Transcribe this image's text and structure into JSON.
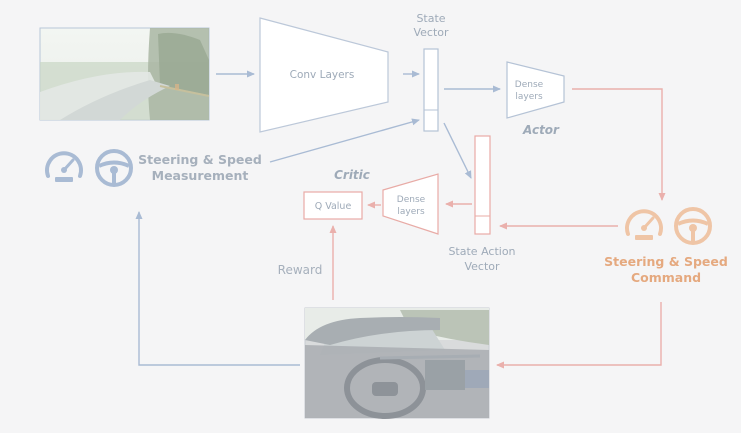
{
  "labels": {
    "state_vector_line1": "State",
    "state_vector_line2": "Vector",
    "conv_layers": "Conv Layers",
    "actor_dense_line1": "Dense",
    "actor_dense_line2": "layers",
    "actor": "Actor",
    "critic": "Critic",
    "critic_dense_line1": "Dense",
    "critic_dense_line2": "layers",
    "q_value": "Q Value",
    "measurement_line1": "Steering & Speed",
    "measurement_line2": "Measurement",
    "state_action_line1": "State Action",
    "state_action_line2": "Vector",
    "command_line1": "Steering & Speed",
    "command_line2": "Command",
    "reward": "Reward"
  },
  "icons": {
    "measurement_speedometer": "speedometer-icon",
    "measurement_steering": "steering-wheel-icon",
    "command_speedometer": "speedometer-icon",
    "command_steering": "steering-wheel-icon"
  },
  "colors": {
    "blue": "#a9bbd4",
    "blue_text": "#9eaab8",
    "red": "#eab0ac",
    "orange": "#efc5a6",
    "orange_text": "#e5a97f",
    "box_fill": "#ffffff"
  }
}
